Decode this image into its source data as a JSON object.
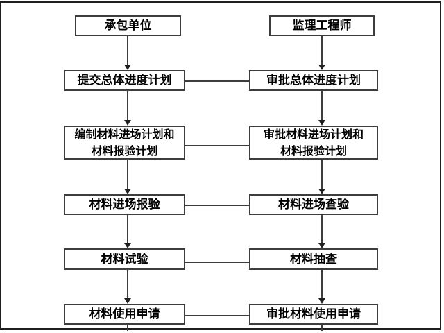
{
  "flowchart": {
    "title_hint": "material approval workflow between contractor and supervising engineer",
    "colors": {
      "background": "#ffffff",
      "frame": "#1f1f1f",
      "box_border": "#3d3d3d",
      "line": "#3d3d3d",
      "text": "#000000"
    },
    "columns": [
      {
        "name": "contractor",
        "boxes": [
          {
            "label": "承包单位"
          },
          {
            "label": "提交总体进度计划"
          },
          {
            "label": "编制材料进场计划和\n材料报验计划"
          },
          {
            "label": "材料进场报验"
          },
          {
            "label": "材料试验"
          },
          {
            "label": "材料使用申请"
          }
        ]
      },
      {
        "name": "supervising-engineer",
        "boxes": [
          {
            "label": "监理工程师"
          },
          {
            "label": "审批总体进度计划"
          },
          {
            "label": "审批材料进场计划和\n材料报验计划"
          },
          {
            "label": "材料进场查验"
          },
          {
            "label": "材料抽查"
          },
          {
            "label": "审批材料使用申请"
          }
        ]
      }
    ]
  }
}
